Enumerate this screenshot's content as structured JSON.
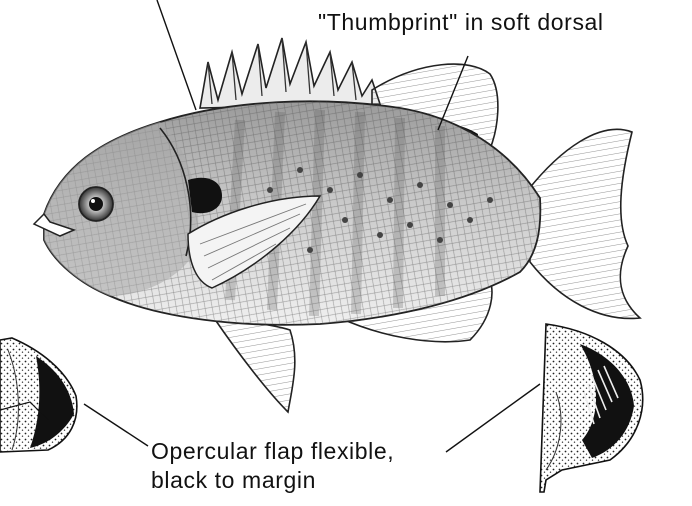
{
  "labels": {
    "thumbprint": "\"Thumbprint\" in soft dorsal",
    "opercular_line1": "Opercular flap flexible,",
    "opercular_line2": "black to margin"
  },
  "colors": {
    "ink": "#111111",
    "background": "#ffffff",
    "body_shade": "#d9d9d9"
  },
  "icons": {
    "main": "sunfish-illustration",
    "inset_left": "opercular-flap-closeup",
    "inset_right": "dorsal-thumbprint-closeup"
  }
}
